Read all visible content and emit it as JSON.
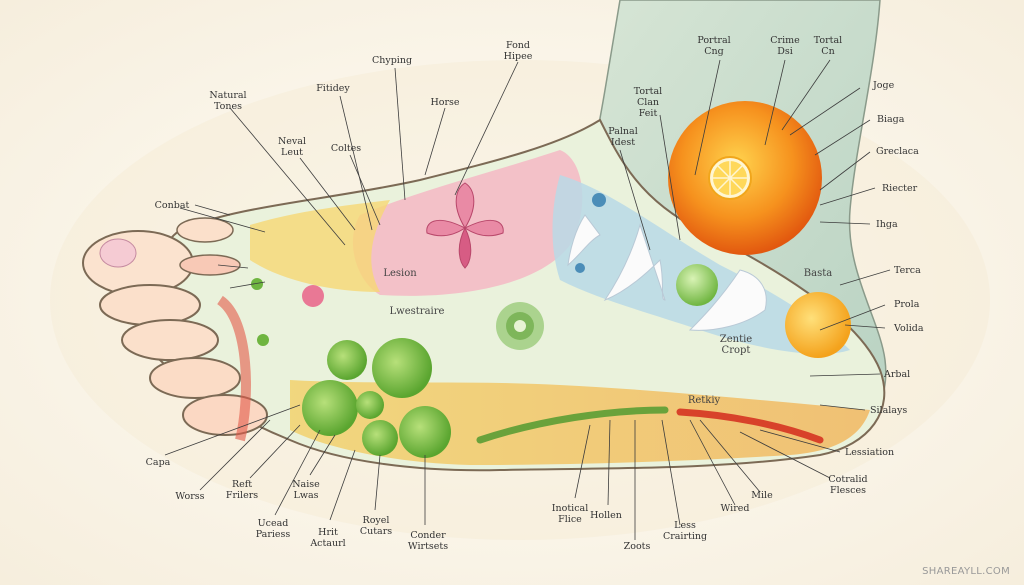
{
  "labels": {
    "fond_hipee": "Fond\nHipee",
    "chyping": "Chyping",
    "fitidey": "Fitidey",
    "natural_tones": "Natural\nTones",
    "horse": "Horse",
    "neval_leut": "Neval\nLeut",
    "coltes": "Coltes",
    "conbat": "Conbat",
    "partral_cng": "Portral\nCng",
    "crime_dsi": "Crime\nDsi",
    "tortal_cn": "Tortal\nCn",
    "tortal_clan_feit": "Tortal\nClan\nFeit",
    "palnal_idest": "Palnal\nIdest",
    "joge": "Joge",
    "biaga": "Biaga",
    "greclaca": "Greclaca",
    "riecter": "Riecter",
    "ihga": "Ihga",
    "terca": "Terca",
    "prola": "Prola",
    "volida": "Volida",
    "arbal": "Arbal",
    "silalays": "Silalays",
    "lessiation": "Lessiation",
    "cotralid_flesces": "Cotralid\nFlesces",
    "mile": "Mile",
    "wired": "Wired",
    "less_crairting": "Less\nCrairting",
    "zoots": "Zoots",
    "hollen": "Hollen",
    "inotical_flice": "Inotical\nFlice",
    "conder_wirtsets": "Conder\nWirtsets",
    "royel_cutars": "Royel\nCutars",
    "hrit_actaurl": "Hrit\nActaurl",
    "naise_lwas": "Naise\nLwas",
    "ucead_pariess": "Ucead\nPariess",
    "worss": "Worss",
    "reft_frilers": "Reft\nFrilers",
    "capa": "Capa"
  },
  "zones": {
    "lesion": "Lesion",
    "lwestraire": "Lwestraire",
    "zente_cropt": "Zentie\nCropt",
    "basta": "Basta",
    "rekty": "Retkiy"
  },
  "watermark": "SHAREAYLL.COM"
}
